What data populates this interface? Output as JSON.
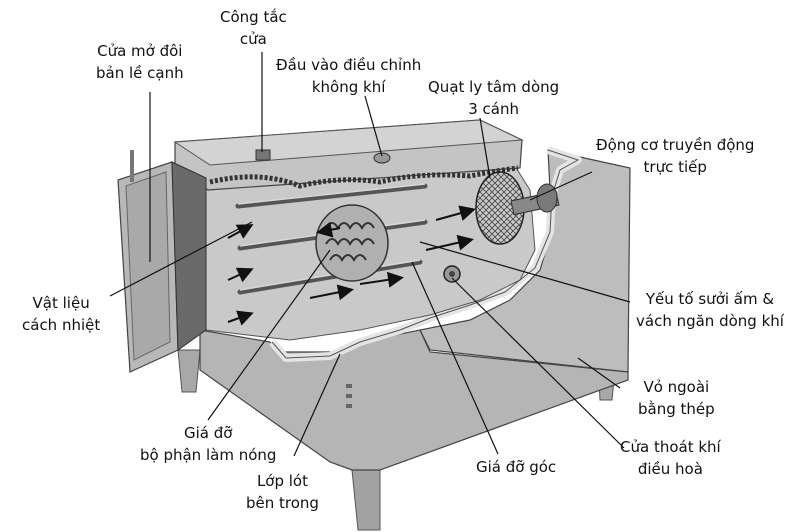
{
  "labels": {
    "door_switch": [
      "Công tắc",
      "cửa"
    ],
    "side_hinged_door": [
      "Cửa mở đôi",
      "bản lề cạnh"
    ],
    "air_intake": [
      "Đầu vào điều chỉnh",
      "không khí"
    ],
    "centrifugal_fan": [
      "Quạt ly tâm dòng",
      "3 cánh"
    ],
    "direct_drive_motor": [
      "Động cơ truyền động",
      "trực tiếp"
    ],
    "insulation": [
      "Vật liệu",
      "cách nhiệt"
    ],
    "heating_element_baffle": [
      "Yếu tố sưởi ấm &",
      "vách ngăn dòng khí"
    ],
    "steel_outer_shell": [
      "Vỏ ngoài",
      "bằng thép"
    ],
    "heater_support": [
      "Giá đỡ",
      "bộ phận làm nóng"
    ],
    "conditioned_air_exhaust": [
      "Cửa thoát khí",
      "điều hoà"
    ],
    "corner_bracket": [
      "Giá đỡ góc"
    ],
    "inner_liner": [
      "Lớp lót",
      "bên trong"
    ]
  },
  "colors": {
    "shell": "#b9b9b9",
    "shell_light": "#d6d6d6",
    "shell_dark": "#8e8e8e",
    "interior": "#c8c8c8",
    "line": "#111111"
  }
}
